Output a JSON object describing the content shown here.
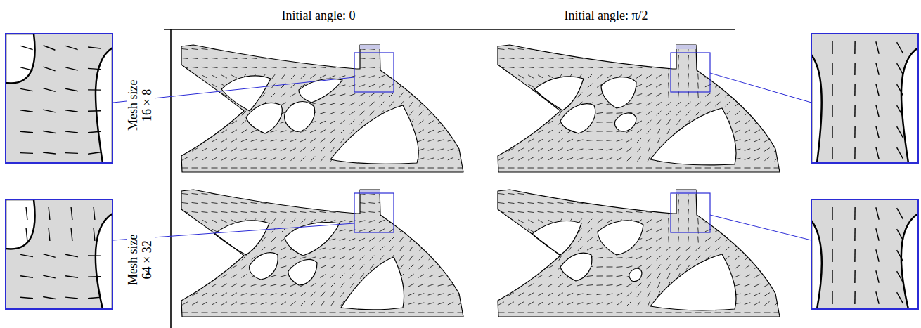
{
  "diagram": {
    "labels": [
      "Initial angle: 0",
      "Initial angle: π/2",
      "Mesh size",
      "16 × 8",
      "Mesh size",
      "64 × 32"
    ]
  }
}
